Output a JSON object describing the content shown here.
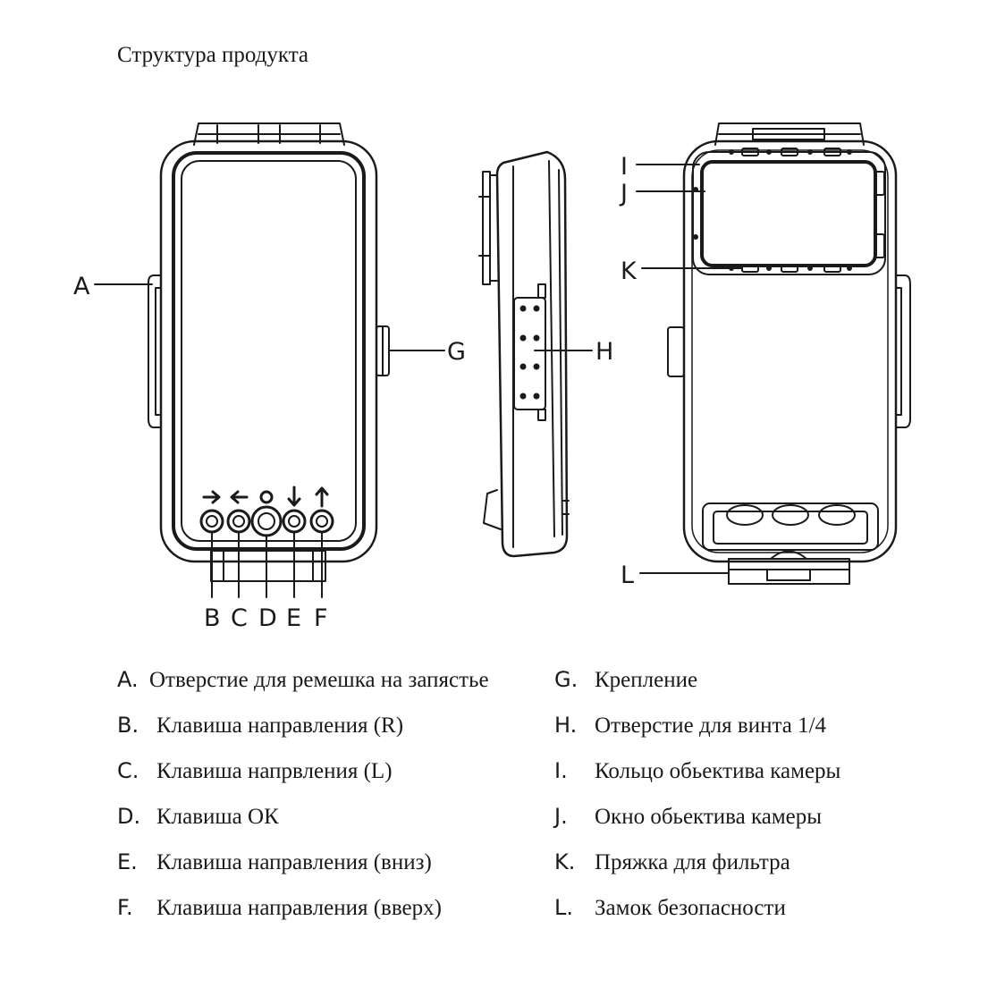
{
  "title": "Структура продукта",
  "markers": {
    "a": "A",
    "b": "B",
    "c": "C",
    "d": "D",
    "e": "E",
    "f": "F",
    "g": "G",
    "h": "H",
    "i": "I",
    "j": "J",
    "k": "K",
    "l": "L"
  },
  "legend": {
    "left": [
      {
        "letter": "A.",
        "text": "Отверстие для ремешка на запястье"
      },
      {
        "letter": "B.",
        "text": "Клавиша направления (R)"
      },
      {
        "letter": "C.",
        "text": "Клавиша напрвления (L)"
      },
      {
        "letter": "D.",
        "text": "Клавиша ОК"
      },
      {
        "letter": "E.",
        "text": "Клавиша направления (вниз)"
      },
      {
        "letter": "F.",
        "text": "Клавиша направления (вверх)"
      }
    ],
    "right": [
      {
        "letter": "G.",
        "text": "Крепление"
      },
      {
        "letter": "H.",
        "text": "Отверстие для винта 1/4"
      },
      {
        "letter": "I.",
        "text": "Кольцо обьектива камеры"
      },
      {
        "letter": "J.",
        "text": "Окно обьектива камеры"
      },
      {
        "letter": "K.",
        "text": "Пряжка для фильтра"
      },
      {
        "letter": "L.",
        "text": "Замок безопасности"
      }
    ]
  },
  "colors": {
    "line": "#1a1a1a",
    "background": "#ffffff"
  }
}
